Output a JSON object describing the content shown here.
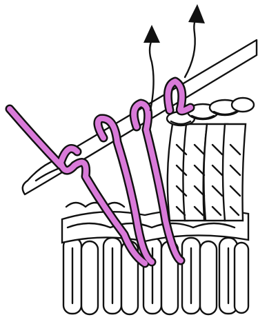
{
  "diagram": {
    "kind": "crochet technique illustration",
    "colors": {
      "yarn": "#d97ad9",
      "outline": "#111111",
      "background": "#ffffff",
      "hook": "#ffffff"
    },
    "arrows": 2,
    "elements": [
      "crochet-hook",
      "working-yarn",
      "stitch-rows",
      "direction-arrows"
    ]
  }
}
